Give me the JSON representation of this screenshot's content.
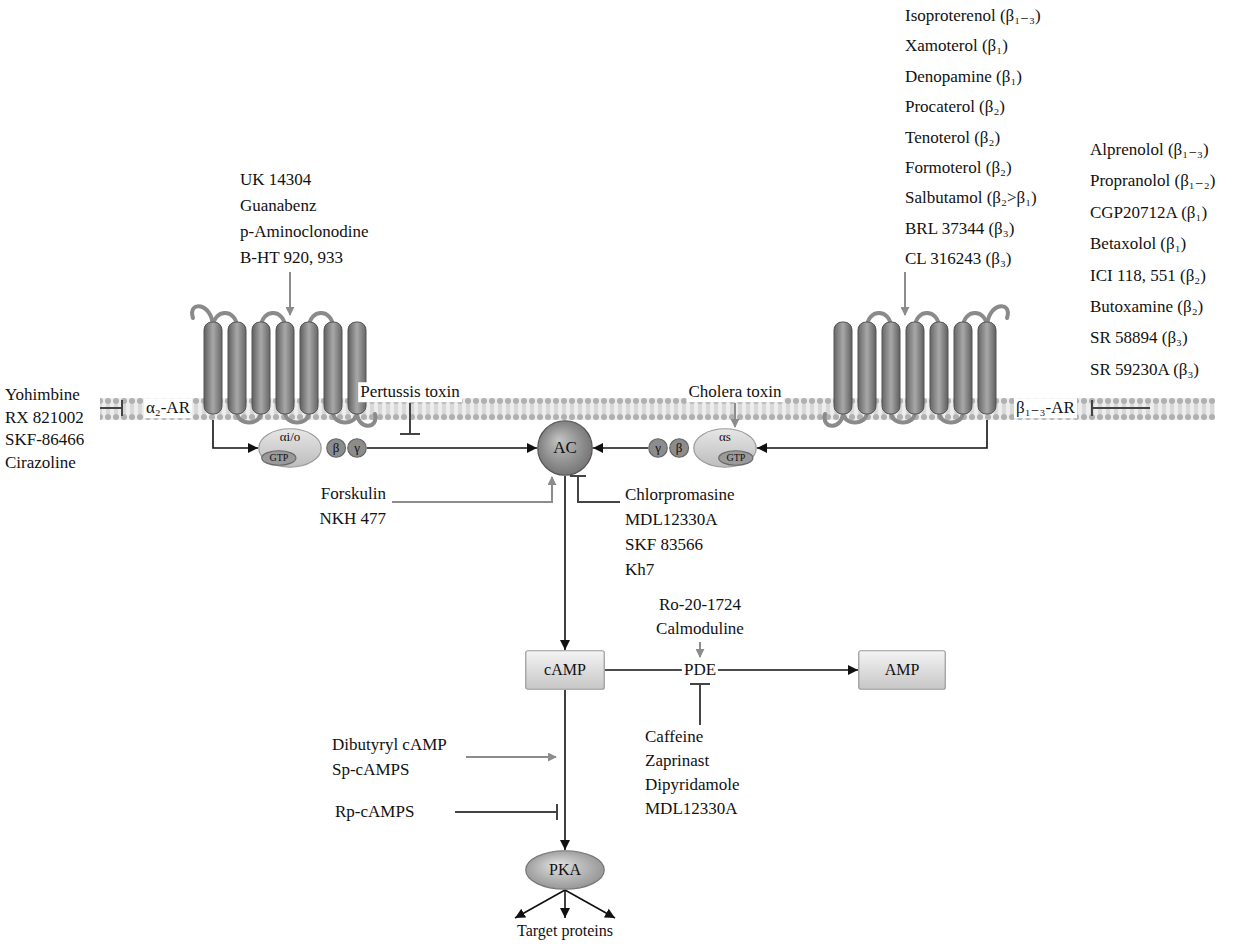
{
  "diagram": {
    "nodes": [
      {
        "text": [
          "α₂-AR"
        ]
      },
      {
        "text": [
          "αi/o"
        ]
      },
      {
        "text": [
          "GTP"
        ],
        "in": 1
      },
      {
        "text": [
          "β"
        ]
      },
      {
        "text": [
          "γ"
        ]
      },
      {
        "text": [
          "AC"
        ]
      },
      {
        "text": [
          "γ"
        ]
      },
      {
        "text": [
          "β"
        ]
      },
      {
        "text": [
          "αs"
        ]
      },
      {
        "text": [
          "GTP"
        ],
        "in": 8
      },
      {
        "text": [
          "β₁₋₃-AR"
        ]
      },
      {
        "text": [
          "cAMP"
        ]
      },
      {
        "text": [
          "AMP"
        ]
      },
      {
        "text": [
          "PKA"
        ]
      },
      {
        "text": [
          "Target proteins"
        ]
      }
    ],
    "edges": [
      {
        "from": 0,
        "to": 1,
        "arrow": "to"
      },
      {
        "from": 4,
        "to": 5,
        "arrow": "to"
      },
      {
        "from": 6,
        "to": 5,
        "arrow": "to"
      },
      {
        "from": 10,
        "to": 8,
        "arrow": "to"
      },
      {
        "from": 5,
        "to": 11,
        "arrow": "to"
      },
      {
        "from": 11,
        "to": 12,
        "label": "PDE",
        "arrow": "to"
      },
      {
        "from": 11,
        "to": 13,
        "arrow": "to"
      },
      {
        "from": 13,
        "to": 14,
        "arrow": "to"
      },
      {
        "from": 13,
        "to": 14,
        "arrow": "to"
      },
      {
        "from": 13,
        "to": 14,
        "arrow": "to"
      }
    ],
    "labels": [
      "UK 14304",
      "Guanabenz",
      "p-Aminoclonodine",
      "B-HT 920, 933",
      "Isoproterenol (β₁₋₃)",
      "Xamoterol (β₁)",
      "Denopamine (β₁)",
      "Procaterol (β₂)",
      "Tenoterol (β₂)",
      "Formoterol (β₂)",
      "Salbutamol (β₂>β₁)",
      "BRL 37344 (β₃)",
      "CL 316243 (β₃)",
      "Yohimbine",
      "RX 821002",
      "SKF-86466",
      "Cirazoline",
      "Pertussis toxin",
      "Cholera toxin",
      "Alprenolol (β₁₋₃)",
      "Propranolol (β₁₋₂)",
      "CGP20712A (β₁)",
      "Betaxolol (β₁)",
      "ICI 118, 551 (β₂)",
      "Butoxamine (β₂)",
      "SR 58894 (β₃)",
      "SR 59230A (β₃)",
      "Forskulin",
      "NKH 477",
      "Chlorpromasine",
      "MDL12330A",
      "SKF 83566",
      "Kh7",
      "Ro-20-1724",
      "Calmoduline",
      "Caffeine",
      "Zaprinast",
      "Dipyridamole",
      "MDL12330A",
      "Dibutyryl cAMP",
      "Sp-cAMPS",
      "Rp-cAMPS"
    ]
  }
}
